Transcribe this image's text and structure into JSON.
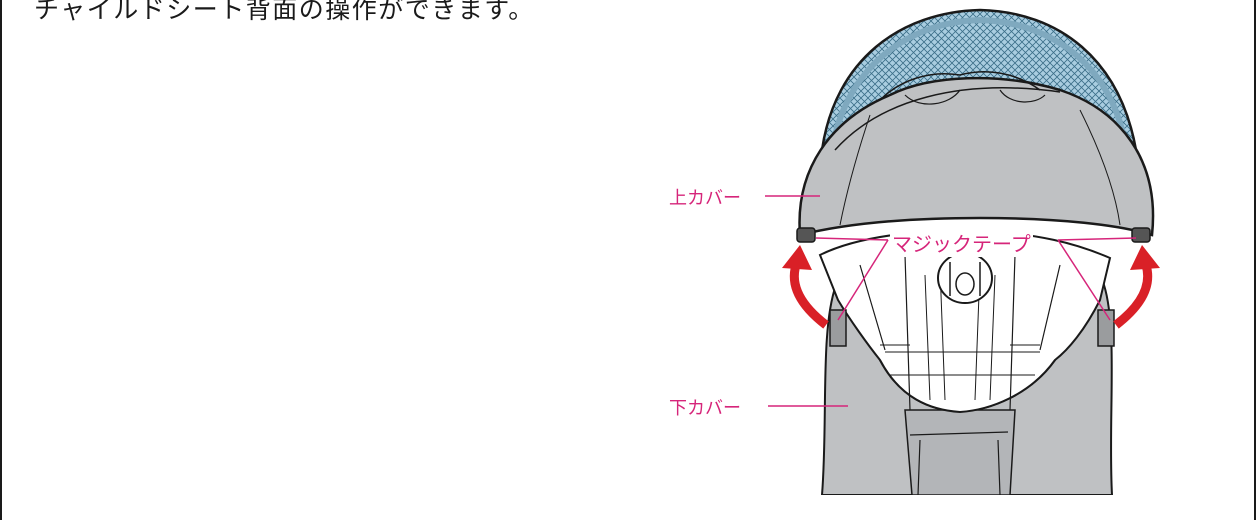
{
  "caption": "チャイルドシート背面の操作ができます。",
  "labels": {
    "upper_cover": "上カバー",
    "hook_loop_tape": "マジックテープ",
    "lower_cover": "下カバー"
  },
  "colors": {
    "label": "#d6257a",
    "arrow": "#d92027",
    "cover_gray": "#bfc1c3",
    "mesh_blue": "#9ec5da",
    "outline": "#1a1a1a"
  }
}
